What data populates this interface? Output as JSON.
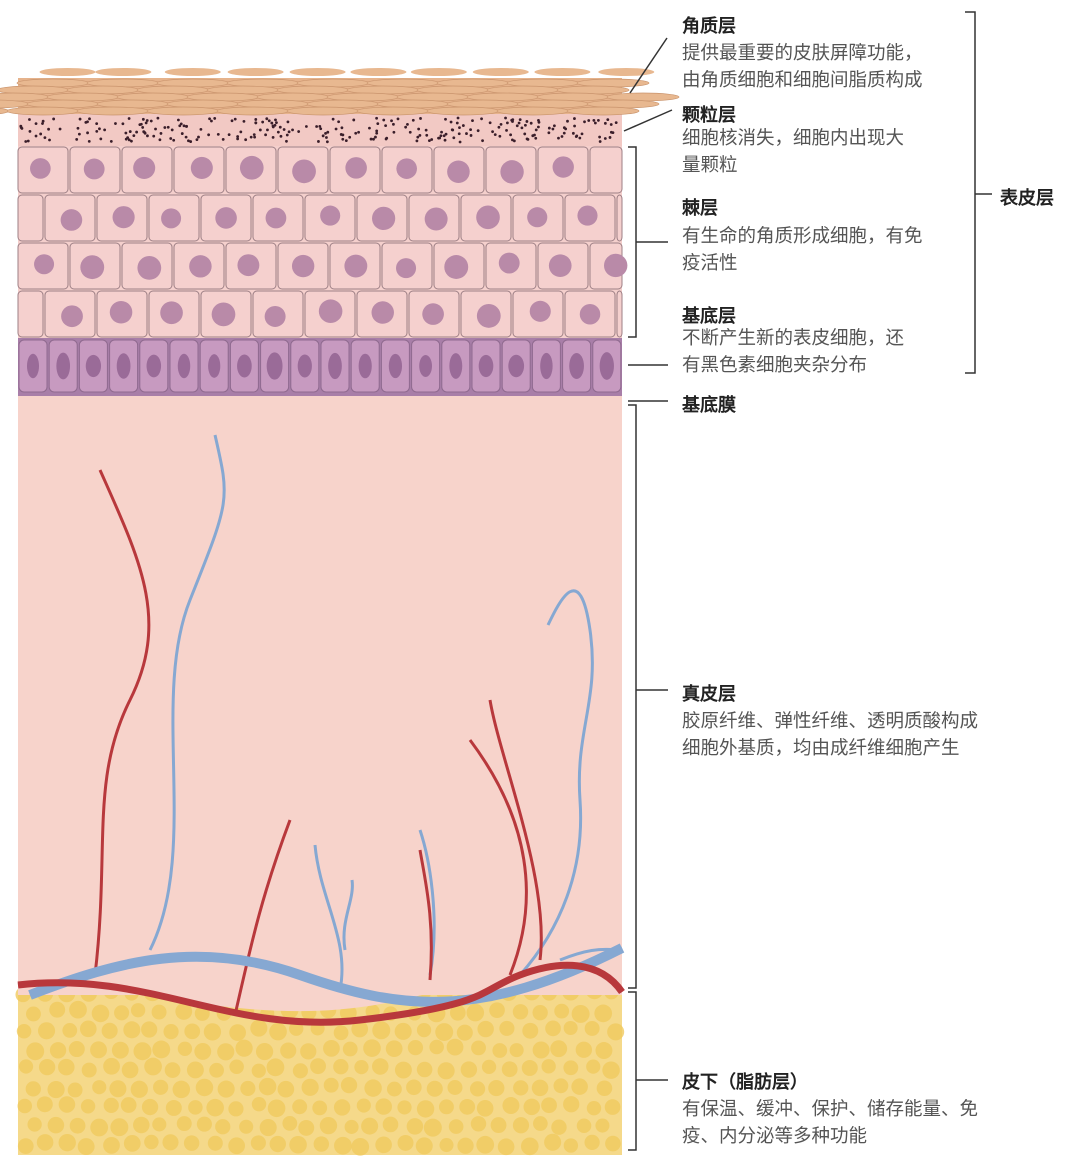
{
  "labels": {
    "corneum": {
      "title": "角质层",
      "desc": "提供最重要的皮肤屏障功能，\n由角质细胞和细胞间脂质构成"
    },
    "granular": {
      "title": "颗粒层",
      "desc": "细胞核消失，细胞内出现大\n量颗粒"
    },
    "spinous": {
      "title": "棘层",
      "desc": "有生命的角质形成细胞，有免\n疫活性"
    },
    "basal": {
      "title": "基底层",
      "desc": "不断产生新的表皮细胞，还\n有黑色素细胞夹杂分布"
    },
    "membrane": {
      "title": "基底膜"
    },
    "epidermis": {
      "title": "表皮层"
    },
    "dermis": {
      "title": "真皮层",
      "desc": "胶原纤维、弹性纤维、透明质酸构成\n细胞外基质，均由成纤维细胞产生"
    },
    "subcutis": {
      "title": "皮下（脂肪层）",
      "desc": "有保温、缓冲、保护、储存能量、免\n疫、内分泌等多种功能"
    }
  },
  "colors": {
    "corneum": "#e6b38c",
    "granular": "#f2c9c4",
    "spinous": "#f4cfcc",
    "nucleus": "#b98aa8",
    "basal": "#c79ac0",
    "dermis": "#f7d3cb",
    "fat": "#f5d98a",
    "artery": "#b8383c",
    "vein": "#86a8d2"
  }
}
